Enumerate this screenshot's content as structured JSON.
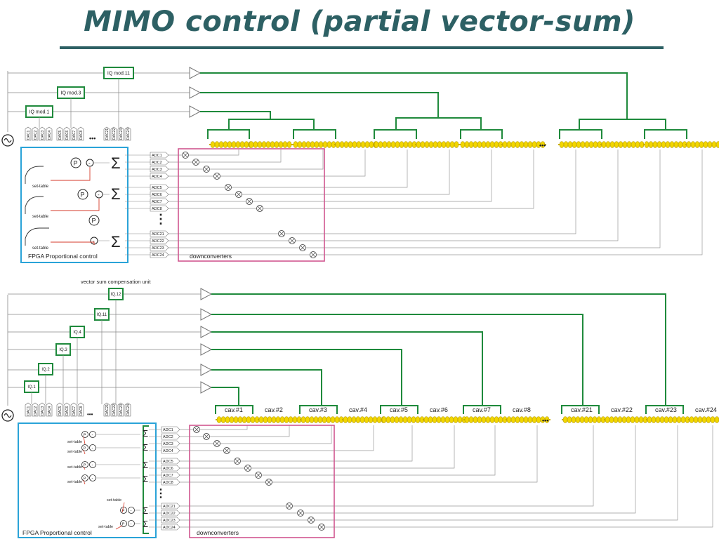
{
  "title": "MIMO control (partial vector-sum)",
  "top": {
    "iq_modules": [
      "IQ mod.11",
      "IQ mod.3",
      "IQ mod.1"
    ],
    "dacs_a": [
      "DAC1",
      "DAC2",
      "DAC3",
      "DAC4"
    ],
    "dacs_b": [
      "DAC5",
      "DAC6",
      "DAC7",
      "DAC8"
    ],
    "dacs_c": [
      "DAC21",
      "DAC22",
      "DAC23",
      "DAC24"
    ],
    "adcs": [
      "ADC1",
      "ADC2",
      "ADC3",
      "ADC4",
      "ADC5",
      "ADC6",
      "ADC7",
      "ADC8",
      "ADC21",
      "ADC22",
      "ADC23",
      "ADC24"
    ],
    "set_table": "set-table",
    "p_label": "P",
    "minus_label": "-",
    "sigma": "Σ",
    "ellipsis": "•••",
    "vdots": "⋮",
    "fpga_label": "FPGA Proportional control",
    "downconverters_label": "downconverters"
  },
  "bottom": {
    "vs_unit_label": "vector sum compensation unit",
    "iq_modules": [
      "IQ.12",
      "IQ.11",
      "IQ.4",
      "IQ.3",
      "IQ.2",
      "IQ.1"
    ],
    "cavities": [
      "cav.#1",
      "cav.#2",
      "cav.#3",
      "cav.#4",
      "cav.#5",
      "cav.#6",
      "cav.#7",
      "cav.#8",
      "cav.#21",
      "cav.#22",
      "cav.#23",
      "cav.#24"
    ],
    "fpga_label": "FPGA Proportional control",
    "downconverters_label": "downconverters"
  },
  "colors": {
    "title": "#2d6064",
    "green": "#1f8a3c",
    "blue": "#2aa3d8",
    "pink": "#d0568f",
    "yellow": "#f2d600",
    "red": "#d63a2a"
  }
}
